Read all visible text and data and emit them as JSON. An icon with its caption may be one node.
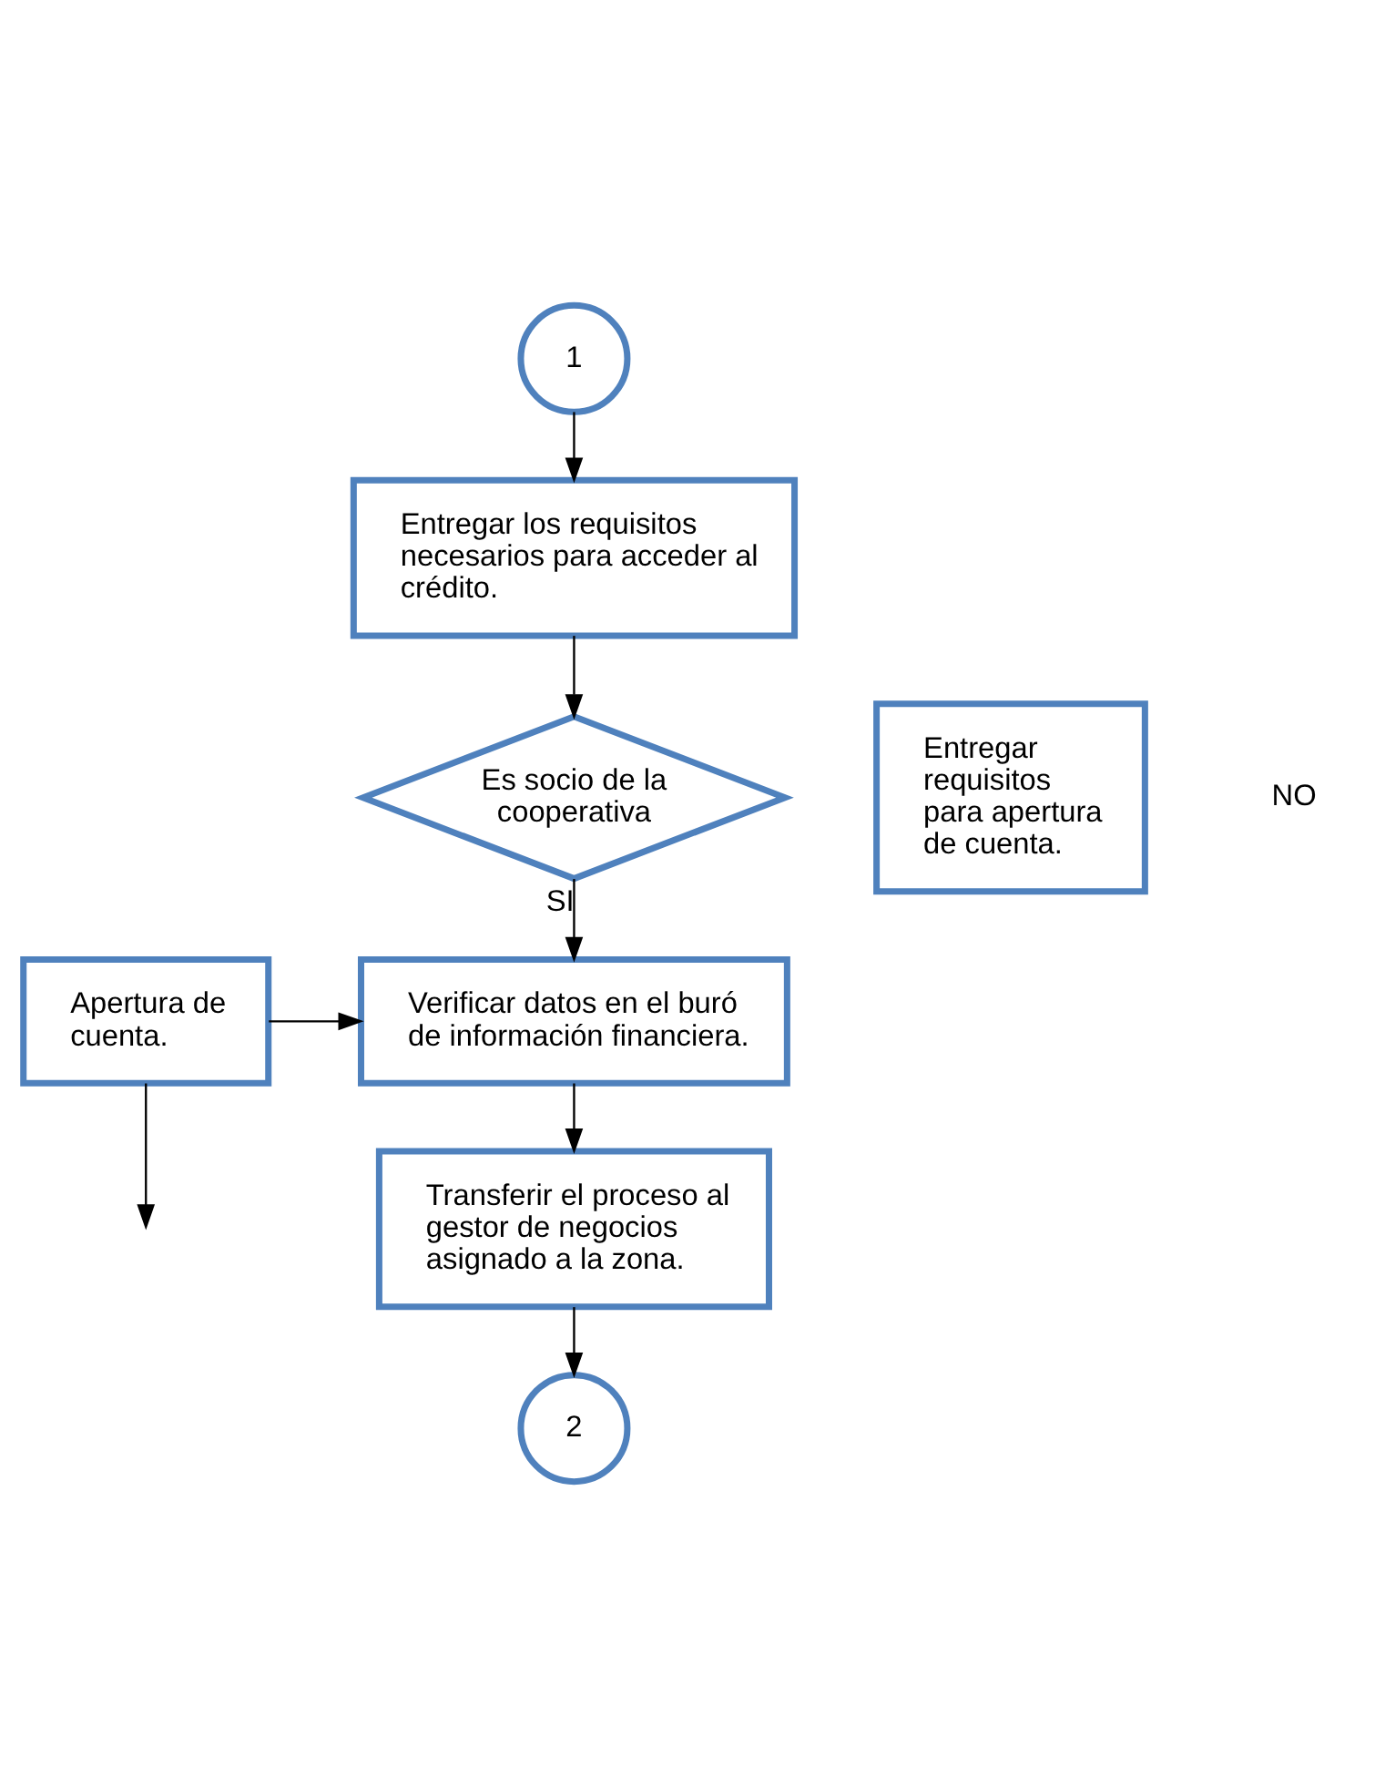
{
  "diagram": {
    "nodes": [
      {
        "text": [
          "1"
        ]
      },
      {
        "text": [
          "Entregar los requisitos necesarios para acceder al crédito."
        ]
      },
      {
        "text": [
          "Es socio de la cooperativa"
        ]
      },
      {
        "text": [
          "Entregar requisitos para apertura de cuenta."
        ]
      },
      {
        "text": [
          "Apertura de cuenta."
        ]
      },
      {
        "text": [
          "Verificar datos en el buró de información financiera."
        ]
      },
      {
        "text": [
          "Transferir el proceso al gestor de negocios asignado a la zona."
        ]
      },
      {
        "text": [
          "2"
        ]
      }
    ],
    "edges": [
      {
        "from": 0,
        "to": 1,
        "arrow": "to"
      },
      {
        "from": 1,
        "to": 2,
        "arrow": "to"
      },
      {
        "from": 2,
        "to": 5,
        "arrow": "to",
        "label": "SI"
      },
      {
        "from": 4,
        "to": 5,
        "arrow": "to"
      },
      {
        "from": 4,
        "to": null,
        "arrow": "to"
      },
      {
        "from": 5,
        "to": 6,
        "arrow": "to"
      },
      {
        "from": 6,
        "to": 7,
        "arrow": "to"
      }
    ],
    "labels": [
      "NO"
    ]
  }
}
